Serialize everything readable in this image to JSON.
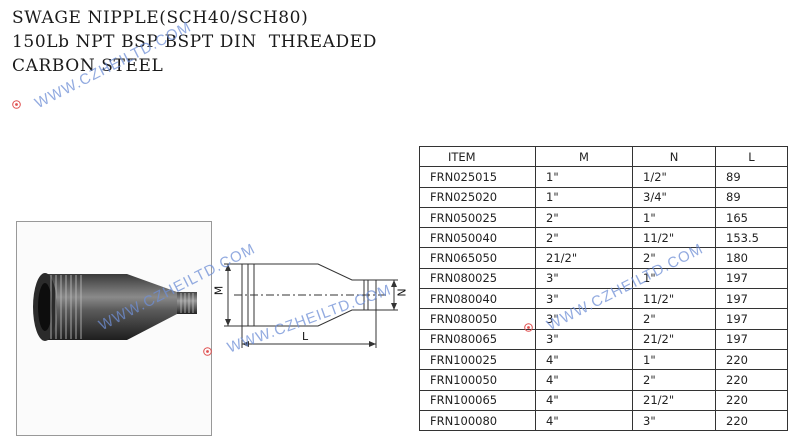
{
  "header": {
    "line1": "SWAGE NIPPLE(SCH40/SCH80)",
    "line2": "150Lb NPT BSP BSPT DIN  THREADED",
    "line3": "CARBON STEEL"
  },
  "watermark": {
    "text": "WWW.CZHEILTD.COM",
    "color": "#6f8fd6"
  },
  "drawing": {
    "label_m": "M",
    "label_n": "N",
    "label_l": "L"
  },
  "table": {
    "headers": [
      "ITEM",
      "M",
      "N",
      "L"
    ],
    "rows": [
      [
        "FRN025015",
        "1\"",
        "1/2\"",
        "89"
      ],
      [
        "FRN025020",
        "1\"",
        "3/4\"",
        "89"
      ],
      [
        "FRN050025",
        "2\"",
        "1\"",
        "165"
      ],
      [
        "FRN050040",
        "2\"",
        "11/2\"",
        "153.5"
      ],
      [
        "FRN065050",
        "21/2\"",
        "2\"",
        "180"
      ],
      [
        "FRN080025",
        "3\"",
        "1\"",
        "197"
      ],
      [
        "FRN080040",
        "3\"",
        "11/2\"",
        "197"
      ],
      [
        "FRN080050",
        "3\"",
        "2\"",
        "197"
      ],
      [
        "FRN080065",
        "3\"",
        "21/2\"",
        "197"
      ],
      [
        "FRN100025",
        "4\"",
        "1\"",
        "220"
      ],
      [
        "FRN100050",
        "4\"",
        "2\"",
        "220"
      ],
      [
        "FRN100065",
        "4\"",
        "21/2\"",
        "220"
      ],
      [
        "FRN100080",
        "4\"",
        "3\"",
        "220"
      ]
    ]
  }
}
